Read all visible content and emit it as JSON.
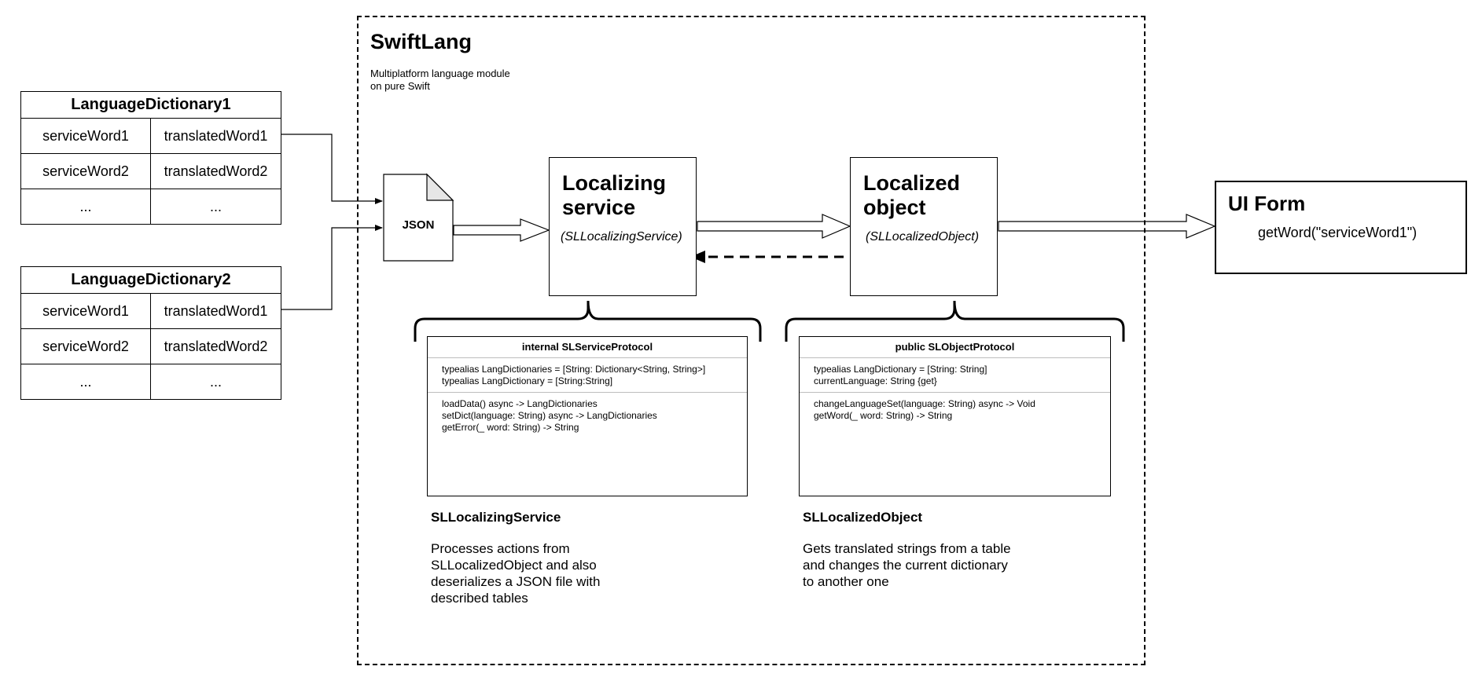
{
  "module": {
    "title": "SwiftLang",
    "subtitle_lines": [
      "Multiplatform language module",
      "on pure Swift"
    ]
  },
  "dictionaries": [
    {
      "title": "LanguageDictionary1",
      "rows": [
        [
          "serviceWord1",
          "translatedWord1"
        ],
        [
          "serviceWord2",
          "translatedWord2"
        ],
        [
          "...",
          "..."
        ]
      ]
    },
    {
      "title": "LanguageDictionary2",
      "rows": [
        [
          "serviceWord1",
          "translatedWord1"
        ],
        [
          "serviceWord2",
          "translatedWord2"
        ],
        [
          "...",
          "..."
        ]
      ]
    }
  ],
  "json_file": {
    "label": "JSON"
  },
  "localizing_service": {
    "title_lines": [
      "Localizing",
      "service"
    ],
    "class_name": "(SLLocalizingService)"
  },
  "localized_object": {
    "title_lines": [
      "Localized",
      "object"
    ],
    "class_name": "(SLLocalizedObject)"
  },
  "ui_form": {
    "title": "UI Form",
    "call": "getWord(\"serviceWord1\")"
  },
  "service_protocol": {
    "header": "internal SLServiceProtocol",
    "properties": [
      "typealias LangDictionaries = [String: Dictionary<String, String>]",
      "typealias LangDictionary = [String:String]"
    ],
    "methods": [
      "loadData() async -> LangDictionaries",
      "setDict(language: String) async -> LangDictionaries",
      "getError(_ word: String) -> String"
    ]
  },
  "object_protocol": {
    "header": "public SLObjectProtocol",
    "properties": [
      "typealias LangDictionary = [String: String]",
      "currentLanguage: String {get}"
    ],
    "methods": [
      "changeLanguageSet(language: String) async -> Void",
      "getWord(_ word: String) -> String"
    ]
  },
  "service_description": {
    "title": "SLLocalizingService",
    "lines": [
      "Processes actions from",
      "SLLocalizedObject and also",
      "deserializes a JSON file with",
      "described tables"
    ]
  },
  "object_description": {
    "title": "SLLocalizedObject",
    "lines": [
      "Gets translated strings from a table",
      "and changes the current dictionary",
      "to another one"
    ]
  }
}
